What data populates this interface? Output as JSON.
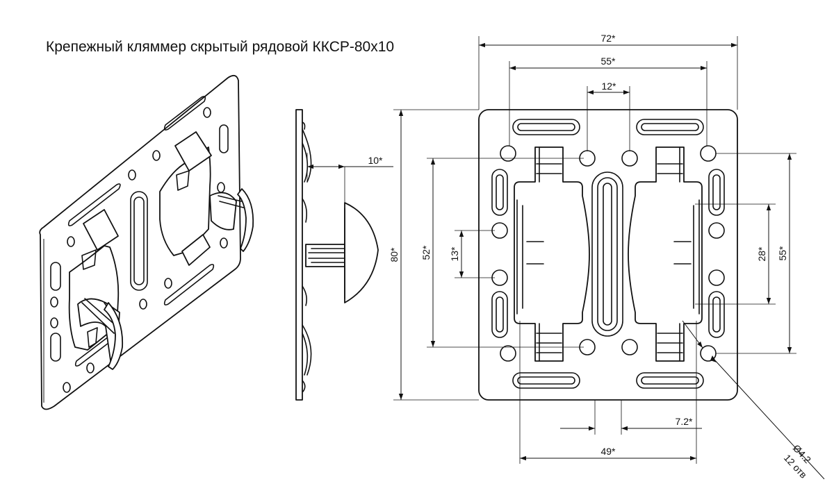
{
  "title": "Крепежный кляммер скрытый рядовой ККСР-80х10",
  "views": {
    "isometric": {
      "name": "isometric-view"
    },
    "side": {
      "dim_thickness": "10*"
    },
    "front": {
      "dim_width_total": "72*",
      "dim_slot_span": "55*",
      "dim_center_holes": "12*",
      "dim_height_total": "80*",
      "dim_hole_rows": "52*",
      "dim_hole_pitch": "13*",
      "dim_vertical_holes": "28*",
      "dim_vertical_span": "55*",
      "dim_bottom_offset": "7.2*",
      "dim_bottom_span": "49*",
      "hole_diameter": "Ø4.2",
      "hole_count": "12 отв"
    }
  }
}
